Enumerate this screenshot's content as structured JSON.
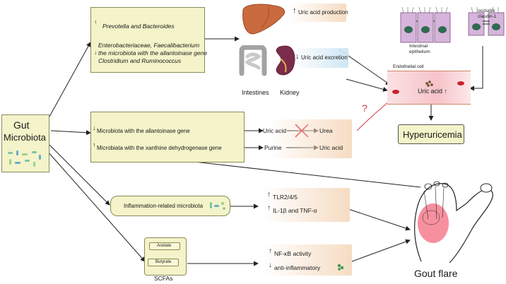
{
  "gut": {
    "line1": "Gut",
    "line2": "Microbiota"
  },
  "top": {
    "up_prevotella": "Prevotella and Bacteroides",
    "down_line1": "Enterobacteriaceae, Faecalibacterium",
    "down_line2": "the microbiota with the allantoinase gene",
    "down_line3": "Clostridium and Ruminococcus",
    "uric_production": "Uric acid production",
    "uric_excretion": "Uric acid excretion",
    "intestines": "Intestines",
    "kidney": "Kidney"
  },
  "vessel": {
    "intestinal_epithelium_1": "Intestinal",
    "intestinal_epithelium_2": "epithelium",
    "occludin": "occludin",
    "claudin": "claudin-1",
    "endothelial": "Endothelial cell",
    "uric_acid": "Uric acid ↑",
    "question": "?"
  },
  "hyper": "Hyperuricemia",
  "middle": {
    "allantoinase": "Microbiota with the allantoinase gene",
    "xanthine": "Microbiata with the xanthine dehydrogenase gene",
    "uric_acid": "Uric acid",
    "urea": "Urea",
    "purine": "Purine",
    "uric_acid_2": "Uric acid"
  },
  "inflam": {
    "label": "Inflammation-related microbiota",
    "tlr": "TLR2/4/5",
    "il": "IL-1β and TNF-α"
  },
  "scfa": {
    "acetate": "Acetate",
    "butyrate": "Butyrate",
    "label": "SCFAs",
    "nfkb": "NF-κB activity",
    "anti": "anti-inflammatory"
  },
  "gout": "Gout flare"
}
